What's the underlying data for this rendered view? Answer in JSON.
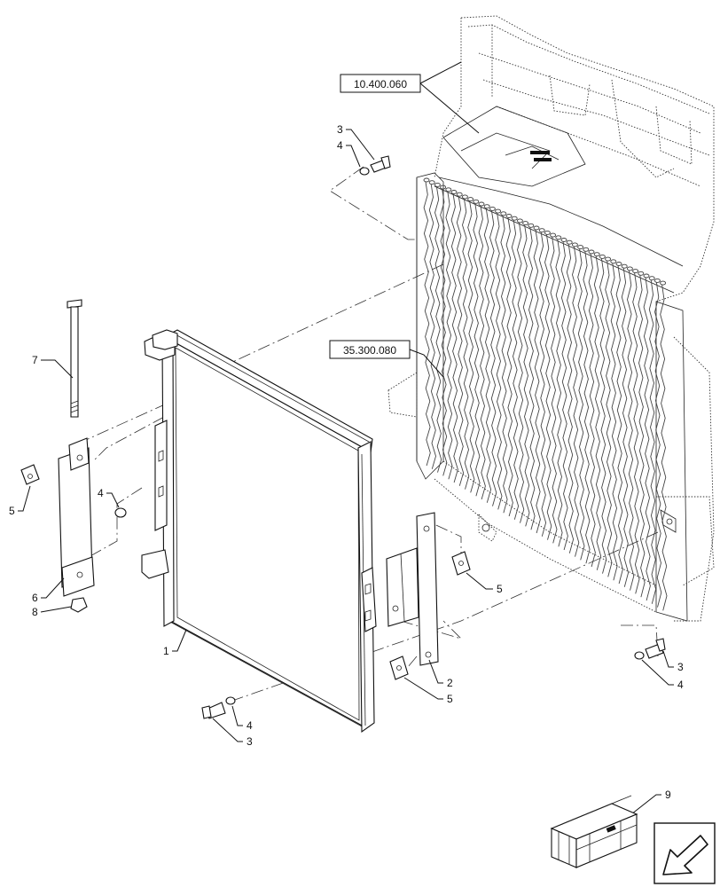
{
  "diagram": {
    "reference_boxes": [
      {
        "id": "ref-top",
        "text": "10.400.060"
      },
      {
        "id": "ref-mid",
        "text": "35.300.080"
      }
    ],
    "callouts": {
      "c1": "1",
      "c2": "2",
      "c3a": "3",
      "c4a": "4",
      "c3b": "3",
      "c4b": "4",
      "c3c": "3",
      "c4c": "4",
      "c4d": "4",
      "c5a": "5",
      "c5b": "5",
      "c5c": "5",
      "c6": "6",
      "c7": "7",
      "c8": "8",
      "c9": "9"
    },
    "icons": [
      "box-kit-icon",
      "navigation-arrow-icon"
    ]
  }
}
